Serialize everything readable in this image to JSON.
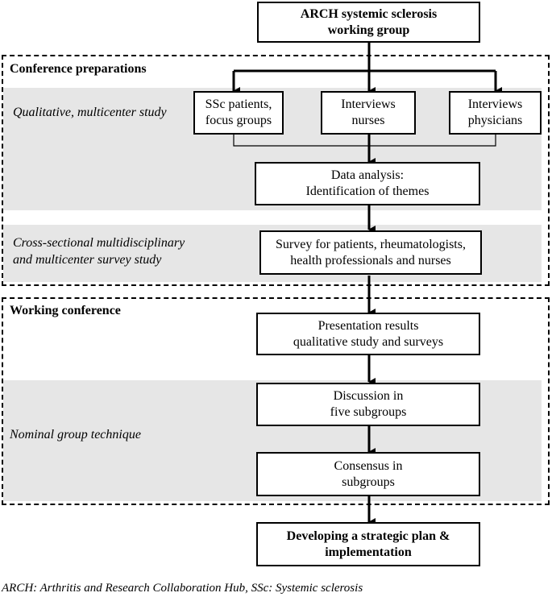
{
  "sections": {
    "conference_preparations": "Conference preparations",
    "working_conference": "Working conference"
  },
  "side_labels": {
    "qualitative": "Qualitative, multicenter study",
    "cross_sectional": "Cross-sectional multidisciplinary\nand multicenter survey study",
    "nominal": "Nominal group technique"
  },
  "nodes": {
    "arch": "ARCH systemic sclerosis\nworking group",
    "ssc_patients": "SSc patients,\nfocus groups",
    "interviews_nurses": "Interviews\nnurses",
    "interviews_physicians": "Interviews\nphysicians",
    "data_analysis": "Data analysis:\nIdentification of themes",
    "survey": "Survey for patients, rheumatologists,\nhealth professionals and nurses",
    "presentation": "Presentation results\nqualitative study and surveys",
    "discussion": "Discussion in\nfive subgroups",
    "consensus": "Consensus in\nsubgroups",
    "strategic_plan": "Developing a strategic plan &\nimplementation"
  },
  "caption": "ARCH: Arthritis and Research Collaboration Hub, SSc: Systemic sclerosis"
}
